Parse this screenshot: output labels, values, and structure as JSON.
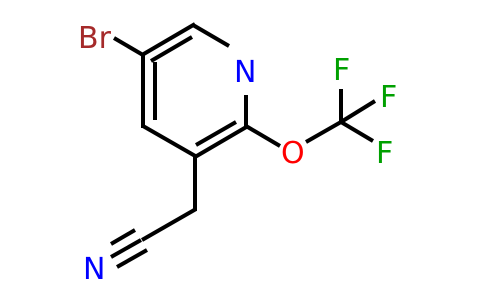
{
  "molecule": {
    "atoms": [
      {
        "id": "br",
        "symbol": "Br",
        "color": "#a52a2a"
      },
      {
        "id": "n_ring",
        "symbol": "N",
        "color": "#0000ff"
      },
      {
        "id": "o",
        "symbol": "O",
        "color": "#ff0000"
      },
      {
        "id": "f1",
        "symbol": "F",
        "color": "#00a000"
      },
      {
        "id": "f2",
        "symbol": "F",
        "color": "#00a000"
      },
      {
        "id": "f3",
        "symbol": "F",
        "color": "#00a000"
      },
      {
        "id": "n_nitrile",
        "symbol": "N",
        "color": "#0000ff"
      }
    ],
    "bond_color": "#000000"
  }
}
